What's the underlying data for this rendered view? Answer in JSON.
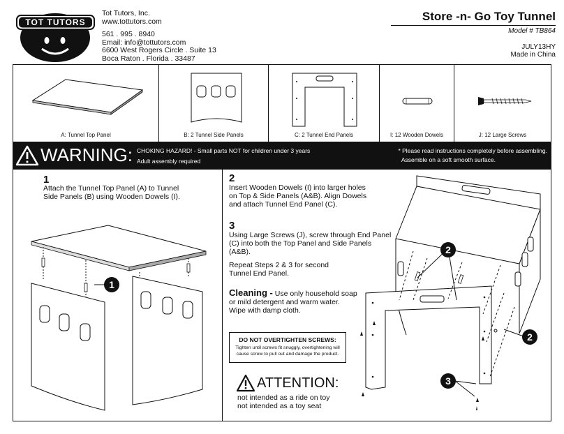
{
  "company": {
    "logo_text": "TOT TUTORS",
    "name": "Tot Tutors, Inc.",
    "website": "www.tottutors.com",
    "phone": "561 . 995 . 8940",
    "email": "Email: info@tottutors.com",
    "address1": "6600 West Rogers Circle . Suite 13",
    "address2": "Boca Raton . Florida . 33487"
  },
  "product": {
    "title": "Store -n- Go Toy Tunnel",
    "model": "Model # TB864",
    "date": "JULY13HY",
    "origin": "Made in China"
  },
  "components": [
    {
      "label": "A: Tunnel Top Panel"
    },
    {
      "label": "B: 2 Tunnel Side Panels"
    },
    {
      "label": "C: 2 Tunnel End Panels"
    },
    {
      "label": "I: 12 Wooden Dowels"
    },
    {
      "label": "J: 12 Large Screws"
    }
  ],
  "warning": {
    "title": "WARNING:",
    "line1": "CHOKING HAZARD! - Small parts NOT for children under 3 years",
    "line2": "Adult assembly required",
    "note1": "* Please read instructions completely before assembling.",
    "note2": "Assemble on a soft smooth surface."
  },
  "steps": {
    "s1_num": "1",
    "s1_l1": "Attach the Tunnel Top Panel (A) to Tunnel",
    "s1_l2": "Side Panels (B) using Wooden Dowels (I).",
    "s2_num": "2",
    "s2_l1": "Insert Wooden Dowels (I) into larger holes",
    "s2_l2": "on Top & Side Panels (A&B). Align Dowels",
    "s2_l3": "and attach Tunnel End Panel (C).",
    "s3_num": "3",
    "s3_l1": "Using Large Screws (J), screw through End Panel",
    "s3_l2": "(C) into both the Top Panel and Side Panels",
    "s3_l3": "(A&B).",
    "s3_r1": "Repeat Steps 2 & 3 for second",
    "s3_r2": "Tunnel End Panel."
  },
  "cleaning": {
    "title": "Cleaning -",
    "l1": "Use only household soap",
    "l2": "or mild detergent and warm water.",
    "l3": "Wipe with damp cloth."
  },
  "screw_box": {
    "title": "DO NOT OVERTIGHTEN SCREWS:",
    "l1": "Tighten until screws fit snuggly, overtightening will",
    "l2": "cause screw to pull out and damage the product."
  },
  "attention": {
    "title": "ATTENTION:",
    "l1": "not intended as a ride on toy",
    "l2": "not intended as a toy seat"
  },
  "callouts": {
    "one": "1",
    "two": "2",
    "three": "3"
  }
}
